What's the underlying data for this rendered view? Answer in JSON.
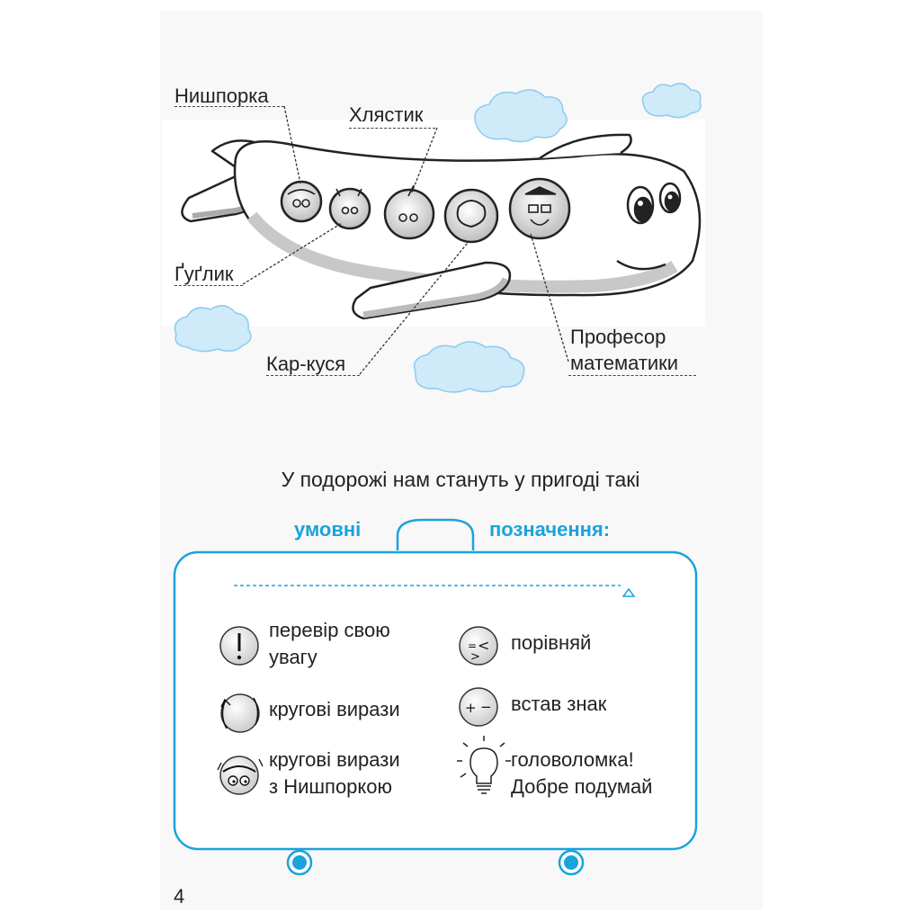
{
  "characters": {
    "nyshporka": "Нишпорка",
    "khliastyk": "Хлястик",
    "gugłyk": "Ґуґлик",
    "kar_kusia": "Кар-куся",
    "professor_line1": "Професор",
    "professor_line2": "математики"
  },
  "intro_text": "У подорожі нам стануть у пригоді такі",
  "suitcase": {
    "title_left": "умовні",
    "title_right": "позначення:"
  },
  "legend": {
    "check_attention_line1": "перевір свою",
    "check_attention_line2": "увагу",
    "compare": "порівняй",
    "circular": "кругові вирази",
    "insert_sign": "встав знак",
    "circular_nyshporka_line1": "кругові вирази",
    "circular_nyshporka_line2": "з Нишпоркою",
    "puzzle_line1": "головоломка!",
    "puzzle_line2": "Добре подумай"
  },
  "page_number": "4",
  "colors": {
    "accent": "#1aa3dd",
    "cloud": "#cfeaf8",
    "cloud_stroke": "#8ecbee"
  },
  "icons": [
    "exclamation-icon",
    "compare-icon",
    "circular-arrow-icon",
    "plus-minus-icon",
    "nyshporka-face-icon",
    "lightbulb-icon"
  ]
}
